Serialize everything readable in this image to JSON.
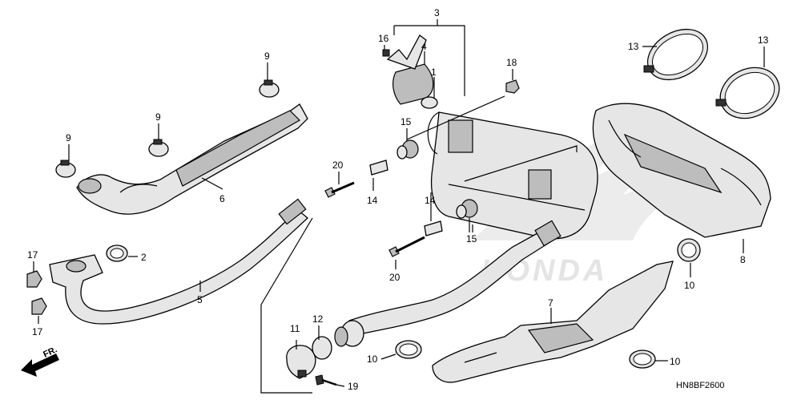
{
  "diagram": {
    "code": "HN8BF2600",
    "front_label": "FR.",
    "watermark": "HONDA",
    "callouts": [
      {
        "id": "c1",
        "label": "1"
      },
      {
        "id": "c2",
        "label": "2"
      },
      {
        "id": "c3",
        "label": "3"
      },
      {
        "id": "c4",
        "label": "4"
      },
      {
        "id": "c5",
        "label": "5"
      },
      {
        "id": "c6",
        "label": "6"
      },
      {
        "id": "c7",
        "label": "7"
      },
      {
        "id": "c8",
        "label": "8"
      },
      {
        "id": "c9a",
        "label": "9"
      },
      {
        "id": "c9b",
        "label": "9"
      },
      {
        "id": "c9c",
        "label": "9"
      },
      {
        "id": "c10a",
        "label": "10"
      },
      {
        "id": "c10b",
        "label": "10"
      },
      {
        "id": "c10c",
        "label": "10"
      },
      {
        "id": "c11",
        "label": "11"
      },
      {
        "id": "c12",
        "label": "12"
      },
      {
        "id": "c13a",
        "label": "13"
      },
      {
        "id": "c13b",
        "label": "13"
      },
      {
        "id": "c14a",
        "label": "14"
      },
      {
        "id": "c14b",
        "label": "14"
      },
      {
        "id": "c15a",
        "label": "15"
      },
      {
        "id": "c15b",
        "label": "15"
      },
      {
        "id": "c16",
        "label": "16"
      },
      {
        "id": "c17a",
        "label": "17"
      },
      {
        "id": "c17b",
        "label": "17"
      },
      {
        "id": "c18",
        "label": "18"
      },
      {
        "id": "c19",
        "label": "19"
      },
      {
        "id": "c20a",
        "label": "20"
      },
      {
        "id": "c20b",
        "label": "20"
      }
    ]
  }
}
